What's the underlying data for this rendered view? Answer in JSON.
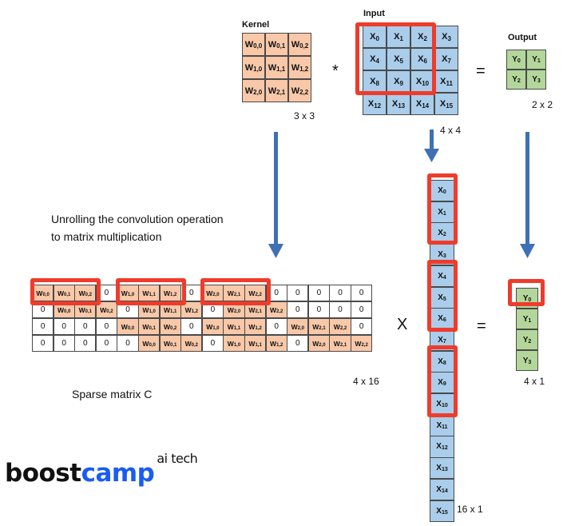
{
  "kernel": {
    "title": "Kernel",
    "cells": [
      "W0,0",
      "W0,1",
      "W0,2",
      "W1,0",
      "W1,1",
      "W1,2",
      "W2,0",
      "W2,1",
      "W2,2"
    ],
    "size_label": "3 x 3"
  },
  "input": {
    "title": "Input",
    "cells": [
      "X0",
      "X1",
      "X2",
      "X3",
      "X4",
      "X5",
      "X6",
      "X7",
      "X8",
      "X9",
      "X10",
      "X11",
      "X12",
      "X13",
      "X14",
      "X15"
    ],
    "size_label": "4 x 4"
  },
  "output": {
    "title": "Output",
    "cells": [
      "Y0",
      "Y1",
      "Y2",
      "Y3"
    ],
    "size_label": "2 x 2"
  },
  "operators": {
    "conv": "*",
    "equals_top": "=",
    "times": "X",
    "equals_bottom": "="
  },
  "caption": {
    "line1": "Unrolling the convolution operation",
    "line2": "to matrix multiplication"
  },
  "sparse": {
    "rows": [
      [
        "W0,0",
        "W0,1",
        "W0,2",
        "0",
        "W1,0",
        "W1,1",
        "W1,2",
        "0",
        "W2,0",
        "W2,1",
        "W2,2",
        "0",
        "0",
        "0",
        "0",
        "0"
      ],
      [
        "0",
        "W0,0",
        "W0,1",
        "W0,2",
        "0",
        "W1,0",
        "W1,1",
        "W1,2",
        "0",
        "W2,0",
        "W2,1",
        "W2,2",
        "0",
        "0",
        "0",
        "0"
      ],
      [
        "0",
        "0",
        "0",
        "0",
        "W0,0",
        "W0,1",
        "W0,2",
        "0",
        "W1,0",
        "W1,1",
        "W1,2",
        "0",
        "W2,0",
        "W2,1",
        "W2,2",
        "0"
      ],
      [
        "0",
        "0",
        "0",
        "0",
        "0",
        "W0,0",
        "W0,1",
        "W0,2",
        "0",
        "W1,0",
        "W1,1",
        "W1,2",
        "0",
        "W2,0",
        "W2,1",
        "W2,2"
      ]
    ],
    "size_label": "4 x 16",
    "name": "Sparse matrix C"
  },
  "vector": {
    "cells": [
      "X0",
      "X1",
      "X2",
      "X3",
      "X4",
      "X5",
      "X6",
      "X7",
      "X8",
      "X9",
      "X10",
      "X11",
      "X12",
      "X13",
      "X14",
      "X15"
    ],
    "size_label": "16 x 1"
  },
  "result": {
    "cells": [
      "Y0",
      "Y1",
      "Y2",
      "Y3"
    ],
    "size_label": "4 x 1"
  },
  "brand": {
    "part1": "boost",
    "part2": "camp",
    "sup": "ai tech"
  },
  "colors": {
    "kernel": "#f8c8a8",
    "input": "#a9cdea",
    "output": "#b3d79b",
    "highlight": "#ef3b2c",
    "arrow": "#3f6fb5",
    "brand_accent": "#1a5cf2"
  }
}
